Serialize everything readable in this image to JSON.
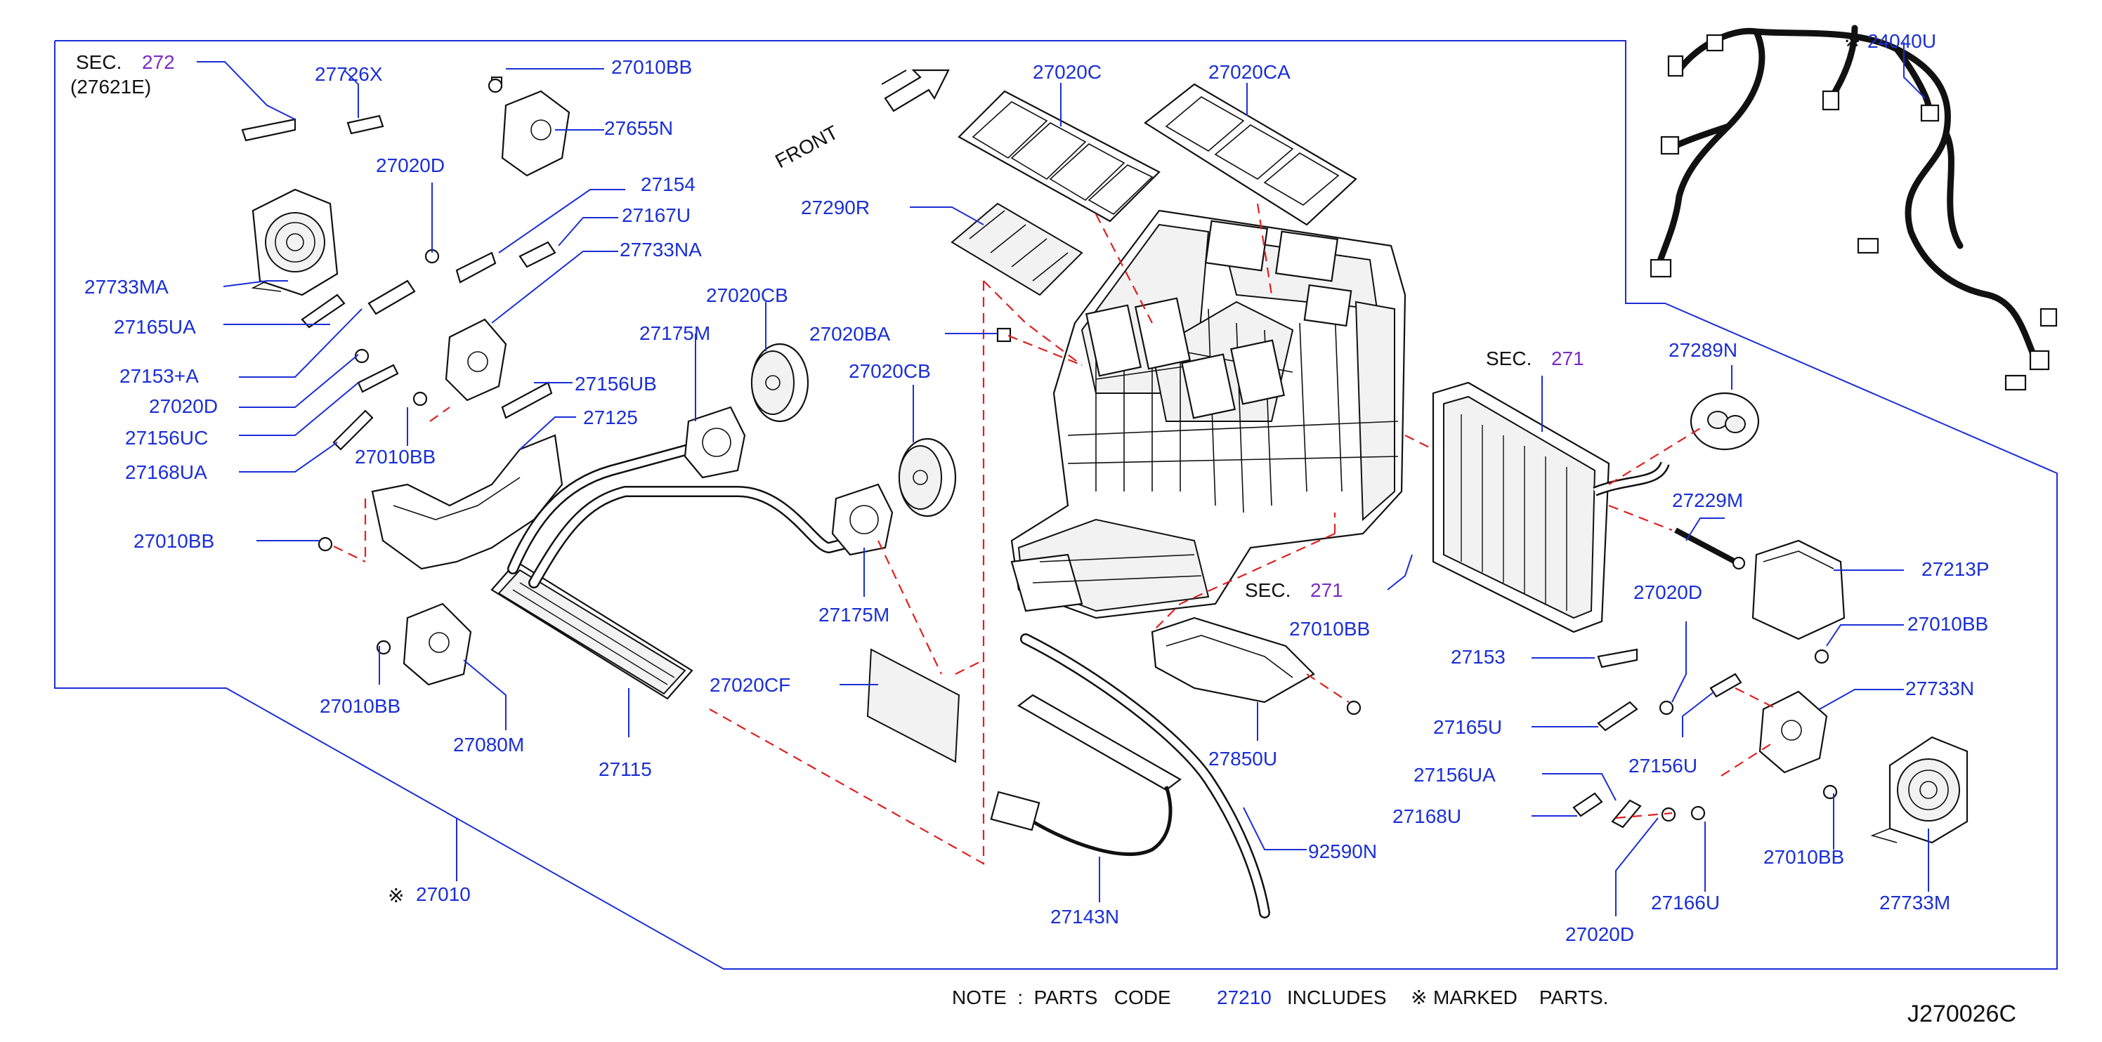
{
  "diagram": {
    "code": "J270026C",
    "front_label": "FRONT",
    "note": {
      "prefix": "NOTE  :  PARTS   CODE",
      "code": "27210",
      "suffix": "INCLUDES",
      "mark": "※",
      "tail": "MARKED    PARTS."
    }
  },
  "sections": {
    "sec272": {
      "sec": "SEC.",
      "num": "272",
      "sub": "(27621E)"
    },
    "sec271_top": {
      "sec": "SEC.",
      "num": "271"
    },
    "sec271_mid": {
      "sec": "SEC.",
      "num": "271"
    }
  },
  "marked": {
    "mark": "※",
    "p24040U": "24040U",
    "p27010": "27010"
  },
  "labels": {
    "p27726X": "27726X",
    "p27010BB_a": "27010BB",
    "p27655N": "27655N",
    "p27020D_a": "27020D",
    "p27154": "27154",
    "p27167U": "27167U",
    "p27733NA": "27733NA",
    "p27733MA": "27733MA",
    "p27165UA": "27165UA",
    "p27153A": "27153+A",
    "p27020D_b": "27020D",
    "p27156UC": "27156UC",
    "p27168UA": "27168UA",
    "p27010BB_b": "27010BB",
    "p27156UB": "27156UB",
    "p27125": "27125",
    "p27010BB_c": "27010BB",
    "p27010BB_d": "27010BB",
    "p27080M": "27080M",
    "p27115": "27115",
    "p27175M_a": "27175M",
    "p27175M_b": "27175M",
    "p27020CB_a": "27020CB",
    "p27020CB_b": "27020CB",
    "p27020BA": "27020BA",
    "p27020CF": "27020CF",
    "p27290R": "27290R",
    "p27020C": "27020C",
    "p27020CA": "27020CA",
    "p27289N": "27289N",
    "p27229M": "27229M",
    "p27213P": "27213P",
    "p27010BB_e": "27010BB",
    "p27020D_c": "27020D",
    "p27153": "27153",
    "p27165U": "27165U",
    "p27156U": "27156U",
    "p27733N": "27733N",
    "p27156UA": "27156UA",
    "p27168U": "27168U",
    "p27020D_d": "27020D",
    "p27166U": "27166U",
    "p27010BB_f": "27010BB",
    "p27733M": "27733M",
    "p27010BB_g": "27010BB",
    "p27850U": "27850U",
    "p92590N": "92590N",
    "p27143N": "27143N"
  },
  "colors": {
    "label": "#1a2fd6",
    "section_ref": "#7a2cc6",
    "dashed_guide": "#e02020",
    "linework": "#111111"
  }
}
